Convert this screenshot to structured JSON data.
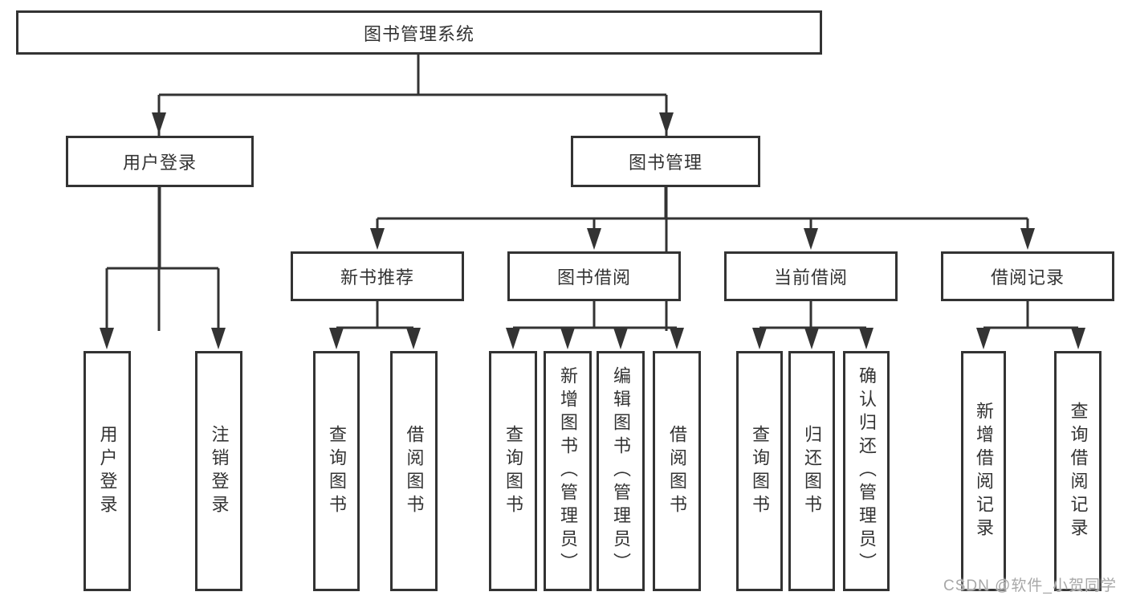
{
  "tree": {
    "label": "图书管理系统",
    "children": [
      {
        "label": "用户登录",
        "children": [
          {
            "label": "用户登录"
          },
          {
            "label": "注销登录"
          }
        ]
      },
      {
        "label": "图书管理",
        "children": [
          {
            "label": "新书推荐",
            "children": [
              {
                "label": "查询图书"
              },
              {
                "label": "借阅图书"
              }
            ]
          },
          {
            "label": "图书借阅",
            "children": [
              {
                "label": "查询图书"
              },
              {
                "label": "新增图书（管理员）"
              },
              {
                "label": "编辑图书（管理员）"
              },
              {
                "label": "借阅图书"
              }
            ]
          },
          {
            "label": "当前借阅",
            "children": [
              {
                "label": "查询图书"
              },
              {
                "label": "归还图书"
              },
              {
                "label": "确认归还（管理员）"
              }
            ]
          },
          {
            "label": "借阅记录",
            "children": [
              {
                "label": "新增借阅记录"
              },
              {
                "label": "查询借阅记录"
              }
            ]
          }
        ]
      }
    ]
  },
  "watermark": {
    "text": "CSDN @软件_小贺同学"
  },
  "colors": {
    "line": "#333333",
    "background": "#ffffff",
    "watermark": "#a8a8a8"
  }
}
